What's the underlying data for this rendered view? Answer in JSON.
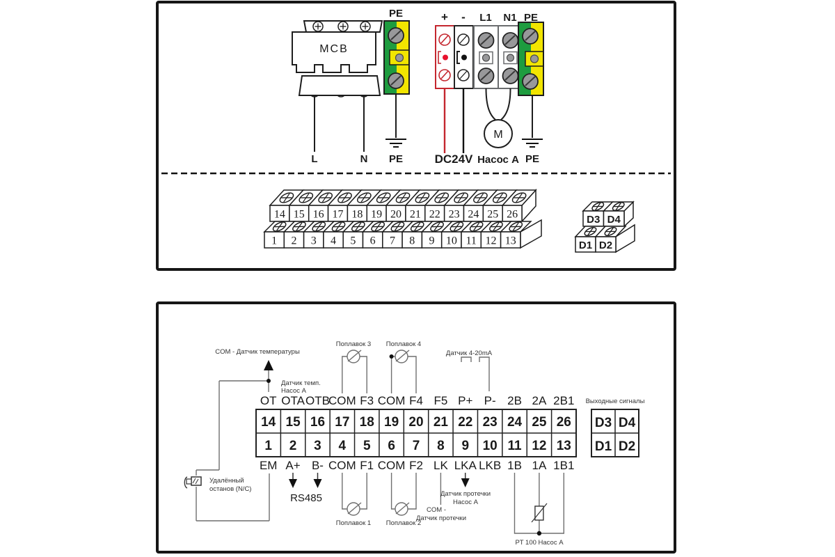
{
  "top_panel": {
    "breaker": {
      "label": "MCB",
      "wire_l": "L",
      "wire_n": "N"
    },
    "pe_left": {
      "top": "PE",
      "bottom": "PE"
    },
    "dc": {
      "plus": "+",
      "minus": "-",
      "label": "DC24V"
    },
    "pump_terminals": {
      "l1": "L1",
      "n1": "N1",
      "motor": "M",
      "label": "Насос A"
    },
    "pe_right": {
      "top": "PE",
      "bottom": "PE"
    },
    "strip_top_row": [
      "14",
      "15",
      "16",
      "17",
      "18",
      "19",
      "20",
      "21",
      "22",
      "23",
      "24",
      "25",
      "26"
    ],
    "strip_bottom_row": [
      "1",
      "2",
      "3",
      "4",
      "5",
      "6",
      "7",
      "8",
      "9",
      "10",
      "11",
      "12",
      "13"
    ],
    "d_top_row": [
      "D3",
      "D4"
    ],
    "d_bottom_row": [
      "D1",
      "D2"
    ]
  },
  "bottom_panel": {
    "top_labels": [
      "OT",
      "OTA",
      "OTB",
      "COM",
      "F3",
      "COM",
      "F4",
      "F5",
      "P+",
      "P-",
      "2B",
      "2A",
      "2B1"
    ],
    "grid_top_row": [
      "14",
      "15",
      "16",
      "17",
      "18",
      "19",
      "20",
      "21",
      "22",
      "23",
      "24",
      "25",
      "26"
    ],
    "grid_bottom_row": [
      "1",
      "2",
      "3",
      "4",
      "5",
      "6",
      "7",
      "8",
      "9",
      "10",
      "11",
      "12",
      "13"
    ],
    "bottom_labels": [
      "EM",
      "A+",
      "B-",
      "COM",
      "F1",
      "COM",
      "F2",
      "LK",
      "LKA",
      "LKB",
      "1B",
      "1A",
      "1B1"
    ],
    "outputs": {
      "title": "Выходные сигналы",
      "top_row": [
        "D3",
        "D4"
      ],
      "bottom_row": [
        "D1",
        "D2"
      ]
    },
    "notes": {
      "com_temp": "COM - Датчик температуры",
      "temp_sensor_1": "Датчик темп.",
      "temp_sensor_2": "Насос  A",
      "float3": "Поплавок 3",
      "float4": "Поплавок 4",
      "sensor_4_20": "Датчик  4-20mA",
      "remote_stop_1": "Удалённый",
      "remote_stop_2": "останов (N/C)",
      "rs485": "RS485",
      "float1": "Поплавок 1",
      "float2": "Поплавок 2",
      "leak_com_1": "COM -",
      "leak_com_2": "Датчик протечки",
      "leak_sensor_1": "Датчик протечки",
      "leak_sensor_2": "Насос A",
      "pt100": "PT 100 Насос A"
    }
  },
  "colors": {
    "pe_green": "#1E9C3F",
    "pe_yellow": "#F2E500",
    "plus_red": "#C4262E",
    "red_dot": "#E8112D",
    "screw_gray": "#98989A",
    "wire_gray": "#6F6F6F"
  }
}
